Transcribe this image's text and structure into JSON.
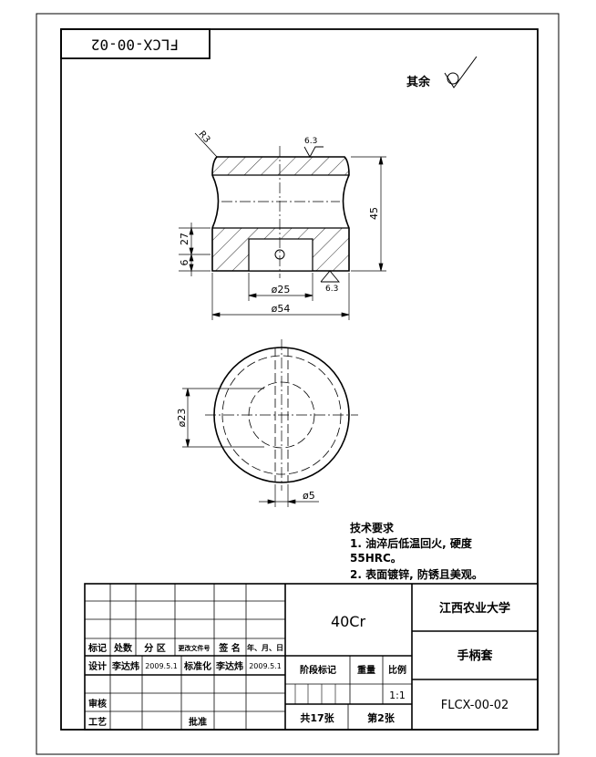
{
  "drawing_number": "FLCX-00-02",
  "surface_finish": {
    "other_label": "其余",
    "roughness_top": "6.3",
    "roughness_bottom": "6.3"
  },
  "dimensions": {
    "radius": "R3",
    "height_45": "45",
    "height_27": "27",
    "height_6": "6",
    "dia_25": "ø25",
    "dia_54": "ø54",
    "dia_23": "ø23",
    "dia_5": "ø5"
  },
  "tech_requirements": {
    "title": "技术要求",
    "line1": "1. 油淬后低温回火, 硬度",
    "line2": "55HRC。",
    "line3": "2. 表面镀锌, 防锈且美观。"
  },
  "title_block": {
    "material": "40Cr",
    "school": "江西农业大学",
    "part_name": "手柄套",
    "drawing_no": "FLCX-00-02",
    "h_mark": "标记",
    "h_count": "处数",
    "h_zone": "分  区",
    "h_docno": "更改文件号",
    "h_sign": "签  名",
    "h_date": "年、月、日",
    "design_label": "设计",
    "designer": "李达炜",
    "design_date": "2009.5.1",
    "standard_label": "标准化",
    "standardizer": "李达炜",
    "standard_date": "2009.5.1",
    "stage_label": "阶段标记",
    "weight_label": "重量",
    "scale_label": "比例",
    "scale": "1:1",
    "review_label": "审核",
    "process_label": "工艺",
    "approve_label": "批准",
    "sheets_total": "共17张",
    "sheet_no": "第2张"
  }
}
